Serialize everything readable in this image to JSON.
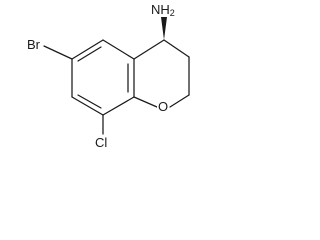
{
  "molecule": {
    "atoms": {
      "amine": {
        "element": "NH",
        "subscript": "2"
      },
      "bromo": {
        "element": "Br"
      },
      "chloro": {
        "element": "Cl"
      },
      "ring_oxygen": {
        "element": "O"
      }
    }
  },
  "colors": {
    "ink": "#1a1a1a",
    "background": "#ffffff"
  }
}
